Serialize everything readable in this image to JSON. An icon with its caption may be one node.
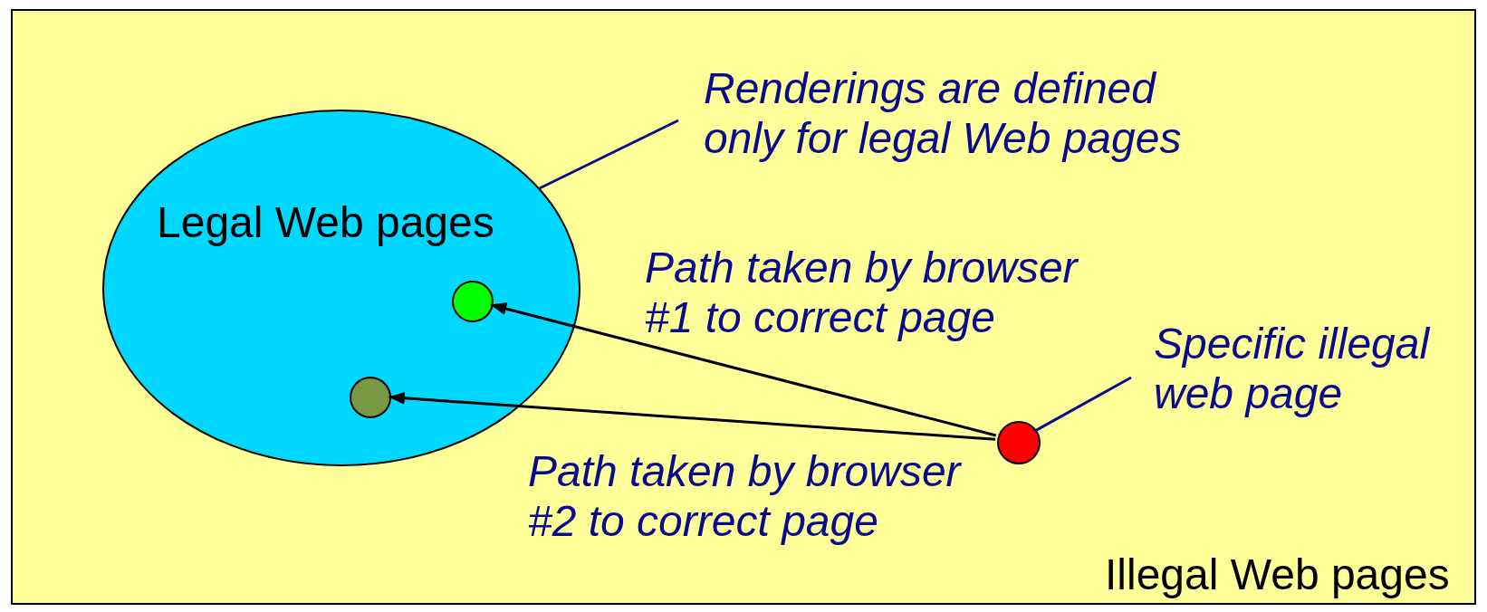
{
  "diagram": {
    "nodes": [
      {
        "text": [
          "Illegal Web pages"
        ]
      },
      {
        "text": [
          "Legal Web pages"
        ],
        "in": 0
      },
      {
        "text": [],
        "shape": "circle",
        "in": 1
      },
      {
        "text": [],
        "shape": "circle",
        "in": 1
      },
      {
        "text": [],
        "shape": "circle",
        "in": 0
      },
      {
        "text": [
          "Renderings are defined only for legal Web pages"
        ],
        "in": 0
      },
      {
        "text": [
          "Specific illegal web page"
        ],
        "in": 0
      }
    ],
    "edges": [
      {
        "from": 4,
        "to": 2,
        "arrow": "to"
      },
      {
        "from": 4,
        "to": 3,
        "arrow": "to"
      },
      {
        "from": 5,
        "to": 1,
        "arrow": "none",
        "color": "#0a0a8c"
      },
      {
        "from": 6,
        "to": 4,
        "arrow": "none",
        "color": "#0a0a8c"
      }
    ],
    "labels": [
      "Path taken by browser #1 to correct page",
      "Path taken by browser #2 to correct page"
    ]
  }
}
